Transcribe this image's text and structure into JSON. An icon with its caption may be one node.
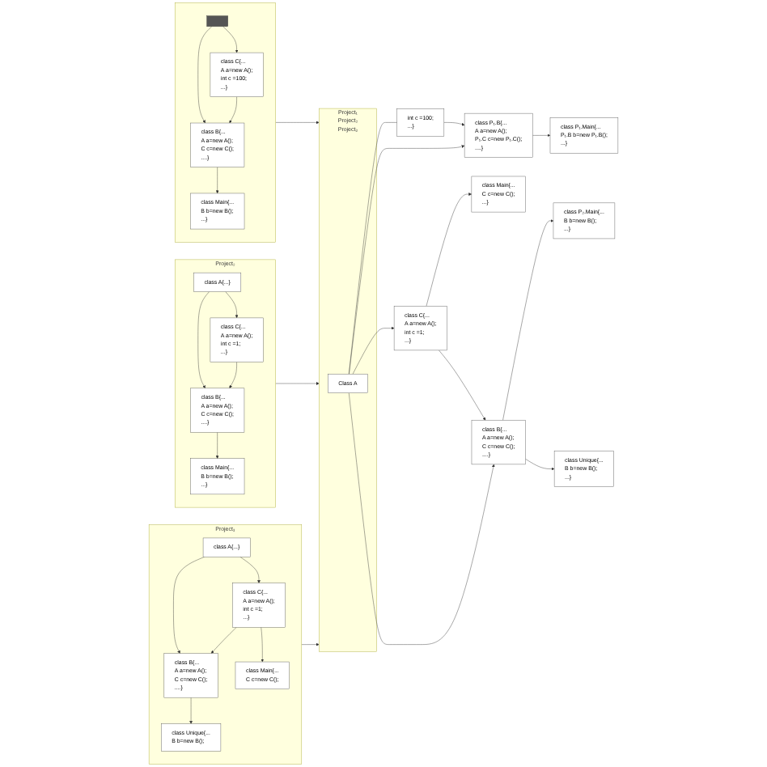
{
  "diagram": {
    "nodes": [
      {
        "text": [],
        "shape": "box"
      },
      {
        "text": [],
        "shape": "box",
        "in": 0
      },
      {
        "text": [
          "class B{...",
          "A a=new A();",
          "C c=new C();",
          "....}"
        ],
        "in": 0
      },
      {
        "text": [
          "class C{...",
          "A a=new A();",
          "int c =100;",
          "...}"
        ],
        "in": 0
      },
      {
        "text": [
          "class Main{...",
          "B b=new B();",
          "...}"
        ],
        "in": 0
      },
      {
        "text": [
          "Project₂"
        ]
      },
      {
        "text": [
          "class A{...}"
        ],
        "in": 5
      },
      {
        "text": [
          "class B{...",
          "A a=new A();",
          "C c=new C();",
          "....}"
        ],
        "in": 5
      },
      {
        "text": [
          "class C{...",
          "A a=new A();",
          "int c =1;",
          "...}"
        ],
        "in": 5
      },
      {
        "text": [
          "class Main{...",
          "B b=new B();",
          "...}"
        ],
        "in": 5
      },
      {
        "text": [
          "Project₃"
        ]
      },
      {
        "text": [
          "class A{...}"
        ],
        "in": 10
      },
      {
        "text": [
          "class B{...",
          "A a=new A();",
          "C c=new C();",
          "....}"
        ],
        "in": 10
      },
      {
        "text": [
          "class C{...",
          "A a=new A();",
          "int c =1;",
          "...}"
        ],
        "in": 10
      },
      {
        "text": [
          "class Unique{...",
          "B b=new B();"
        ],
        "in": 10
      },
      {
        "text": [
          "class Main{...",
          "C c=new C();"
        ],
        "in": 10
      },
      {
        "text": [
          "Project₁",
          "Project₂",
          "Project₃"
        ]
      },
      {
        "text": [
          "Class A"
        ],
        "in": 16
      },
      {
        "text": [
          "int c =100;",
          "...}"
        ]
      },
      {
        "text": [
          "class P₁.B{...",
          "A a=new A();",
          "P₁.C c=new P₁.C();",
          "....}"
        ]
      },
      {
        "text": [
          "class P₁.Main{...",
          "P₁.B b=new P₁.B();",
          "...}"
        ]
      },
      {
        "text": [
          "class C{...",
          "A a=new A();",
          "int c =1;",
          "...}"
        ]
      },
      {
        "text": [
          "class Main{...",
          "C c=new C();",
          "...}"
        ]
      },
      {
        "text": [
          "class B{...",
          "A a=new A();",
          "C c=new C();",
          "....}"
        ]
      },
      {
        "text": [
          "class P₂.Main{...",
          "B b=new B();",
          "...}"
        ]
      },
      {
        "text": [
          "class Unique{...",
          "B b=new B();",
          "...}"
        ]
      }
    ],
    "edges": [
      {
        "from": 1,
        "to": 2,
        "arrow": "to"
      },
      {
        "from": 1,
        "to": 3,
        "arrow": "to"
      },
      {
        "from": 3,
        "to": 2,
        "arrow": "to"
      },
      {
        "from": 2,
        "to": 4,
        "arrow": "to"
      },
      {
        "from": 6,
        "to": 7,
        "arrow": "to"
      },
      {
        "from": 6,
        "to": 8,
        "arrow": "to"
      },
      {
        "from": 8,
        "to": 7,
        "arrow": "to"
      },
      {
        "from": 7,
        "to": 9,
        "arrow": "to"
      },
      {
        "from": 11,
        "to": 12,
        "arrow": "to"
      },
      {
        "from": 11,
        "to": 13,
        "arrow": "to"
      },
      {
        "from": 13,
        "to": 12,
        "arrow": "to"
      },
      {
        "from": 12,
        "to": 14,
        "arrow": "to"
      },
      {
        "from": 13,
        "to": 15,
        "arrow": "to"
      },
      {
        "from": 0,
        "to": 16,
        "arrow": "to"
      },
      {
        "from": 5,
        "to": 16,
        "arrow": "to"
      },
      {
        "from": 10,
        "to": 16,
        "arrow": "to"
      },
      {
        "from": 17,
        "to": 18,
        "arrow": "none"
      },
      {
        "from": 17,
        "to": 19,
        "arrow": "to"
      },
      {
        "from": 17,
        "to": 21,
        "arrow": "to"
      },
      {
        "from": 17,
        "to": 23,
        "arrow": "to"
      },
      {
        "from": 18,
        "to": 19,
        "arrow": "to"
      },
      {
        "from": 19,
        "to": 20,
        "arrow": "to"
      },
      {
        "from": 21,
        "to": 22,
        "arrow": "to"
      },
      {
        "from": 21,
        "to": 23,
        "arrow": "to"
      },
      {
        "from": 23,
        "to": 24,
        "arrow": "to"
      },
      {
        "from": 23,
        "to": 25,
        "arrow": "to"
      }
    ]
  }
}
